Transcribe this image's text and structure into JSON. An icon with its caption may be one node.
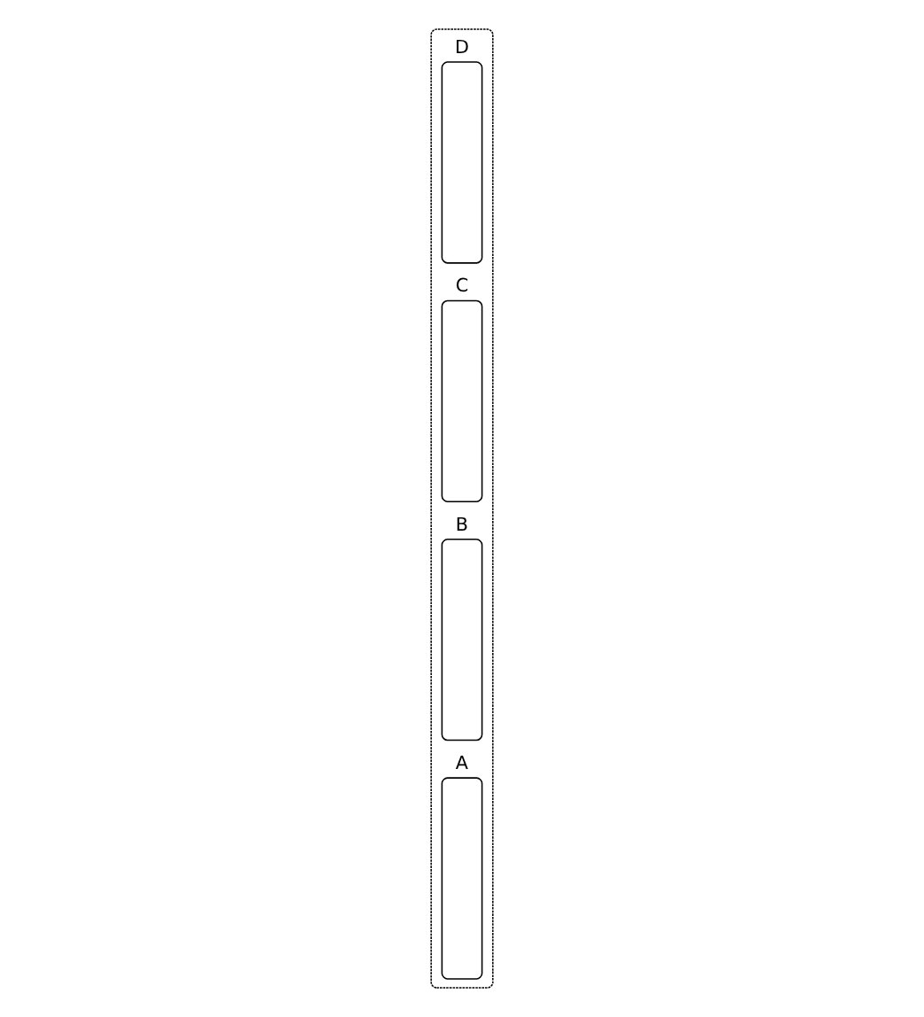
{
  "diagram": {
    "nodes": [
      {
        "text": [],
        "shape": "box"
      },
      {
        "text": [
          "A"
        ],
        "in": 0
      },
      {
        "text": [
          "B"
        ],
        "in": 0
      },
      {
        "text": [
          "C"
        ],
        "in": 0
      },
      {
        "text": [
          "D"
        ],
        "in": 0
      }
    ]
  }
}
